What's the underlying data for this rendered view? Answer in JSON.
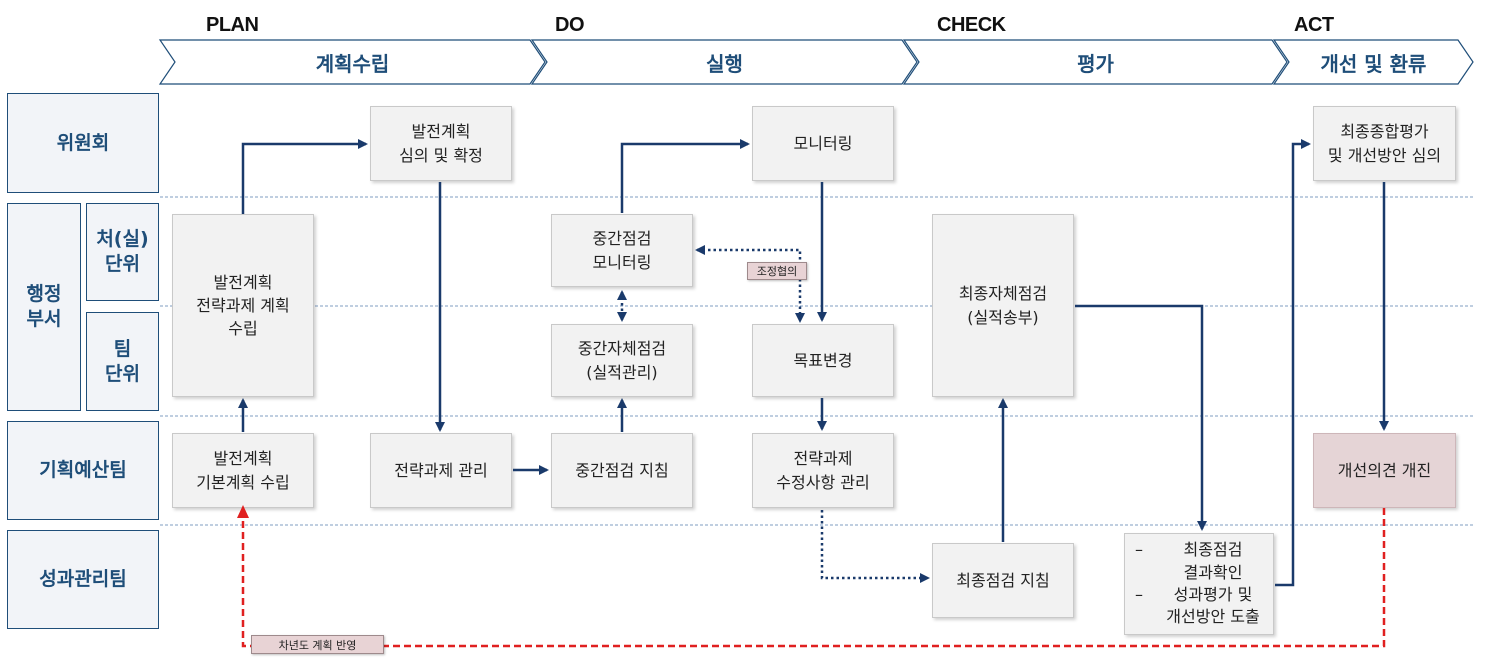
{
  "phases": [
    {
      "en": "PLAN",
      "ko": "계획수립"
    },
    {
      "en": "DO",
      "ko": "실행"
    },
    {
      "en": "CHECK",
      "ko": "평가"
    },
    {
      "en": "ACT",
      "ko": "개선 및 환류"
    }
  ],
  "lanes": {
    "committee": "위원회",
    "admin": "행정\n부서",
    "office_unit": "처(실)\n단위",
    "team_unit": "팀\n단위",
    "planning_budget": "기획예산팀",
    "performance_mgmt": "성과관리팀"
  },
  "boxes": {
    "dev_plan_review": "발전계획\n심의 및 확정",
    "monitoring": "모니터링",
    "final_eval_review": "최종종합평가\n및 개선방안 심의",
    "dev_plan_strategy": "발전계획\n전략과제 계획\n수립",
    "mid_check_monitoring": "중간점검\n모니터링",
    "mid_self_check": "중간자체점검\n(실적관리)",
    "goal_change": "목표변경",
    "final_self_check": "최종자체점검\n(실적송부)",
    "dev_plan_basic": "발전계획\n기본계획 수립",
    "strategy_mgmt": "전략과제 관리",
    "mid_check_guide": "중간점검 지침",
    "strategy_revision": "전략과제\n수정사항 관리",
    "improvement_opinion": "개선의견 개진",
    "final_check_guide": "최종점검 지침",
    "final_result_items": [
      "최종점검\n결과확인",
      "성과평가 및\n개선방안 도출"
    ]
  },
  "tags": {
    "coordination": "조정협의",
    "next_year": "차년도 계획 반영"
  },
  "colors": {
    "navy": "#1f4e79",
    "arrow": "#1a3a6b",
    "feedback": "#e02020",
    "pink_box": "#e5d4d6"
  }
}
